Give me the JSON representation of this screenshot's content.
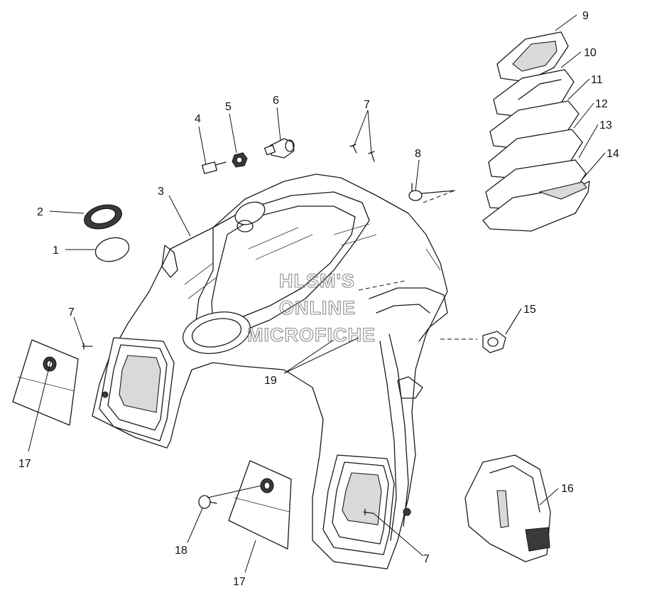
{
  "watermark": {
    "line1": "HLSM'S",
    "line2": "ONLINE",
    "line3": "MICROFICHE"
  },
  "callouts": {
    "c1": "1",
    "c2": "2",
    "c3": "3",
    "c4": "4",
    "c5": "5",
    "c6": "6",
    "c7a": "7",
    "c7b": "7",
    "c7c": "7",
    "c8": "8",
    "c9": "9",
    "c10": "10",
    "c11": "11",
    "c12": "12",
    "c13": "13",
    "c14": "14",
    "c15": "15",
    "c16": "16",
    "c17a": "17",
    "c17b": "17",
    "c18": "18",
    "c19": "19"
  }
}
